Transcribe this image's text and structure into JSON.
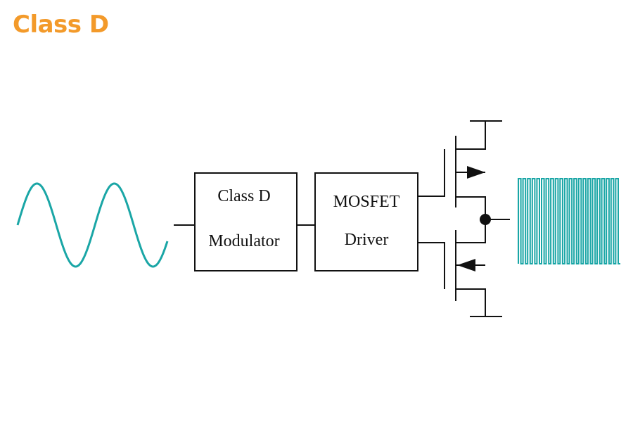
{
  "title": "Class D",
  "blocks": {
    "modulator": {
      "line1": "Class D",
      "line2": "Modulator"
    },
    "driver": {
      "line1": "MOSFET",
      "line2": "Driver"
    }
  },
  "colors": {
    "title": "#f39a2a",
    "waveform": "#1aa6a6",
    "line": "#111111"
  },
  "icons": {
    "input": "sine-wave",
    "output": "pwm-square-wave",
    "switch_high": "mosfet-high-side",
    "switch_low": "mosfet-low-side"
  }
}
